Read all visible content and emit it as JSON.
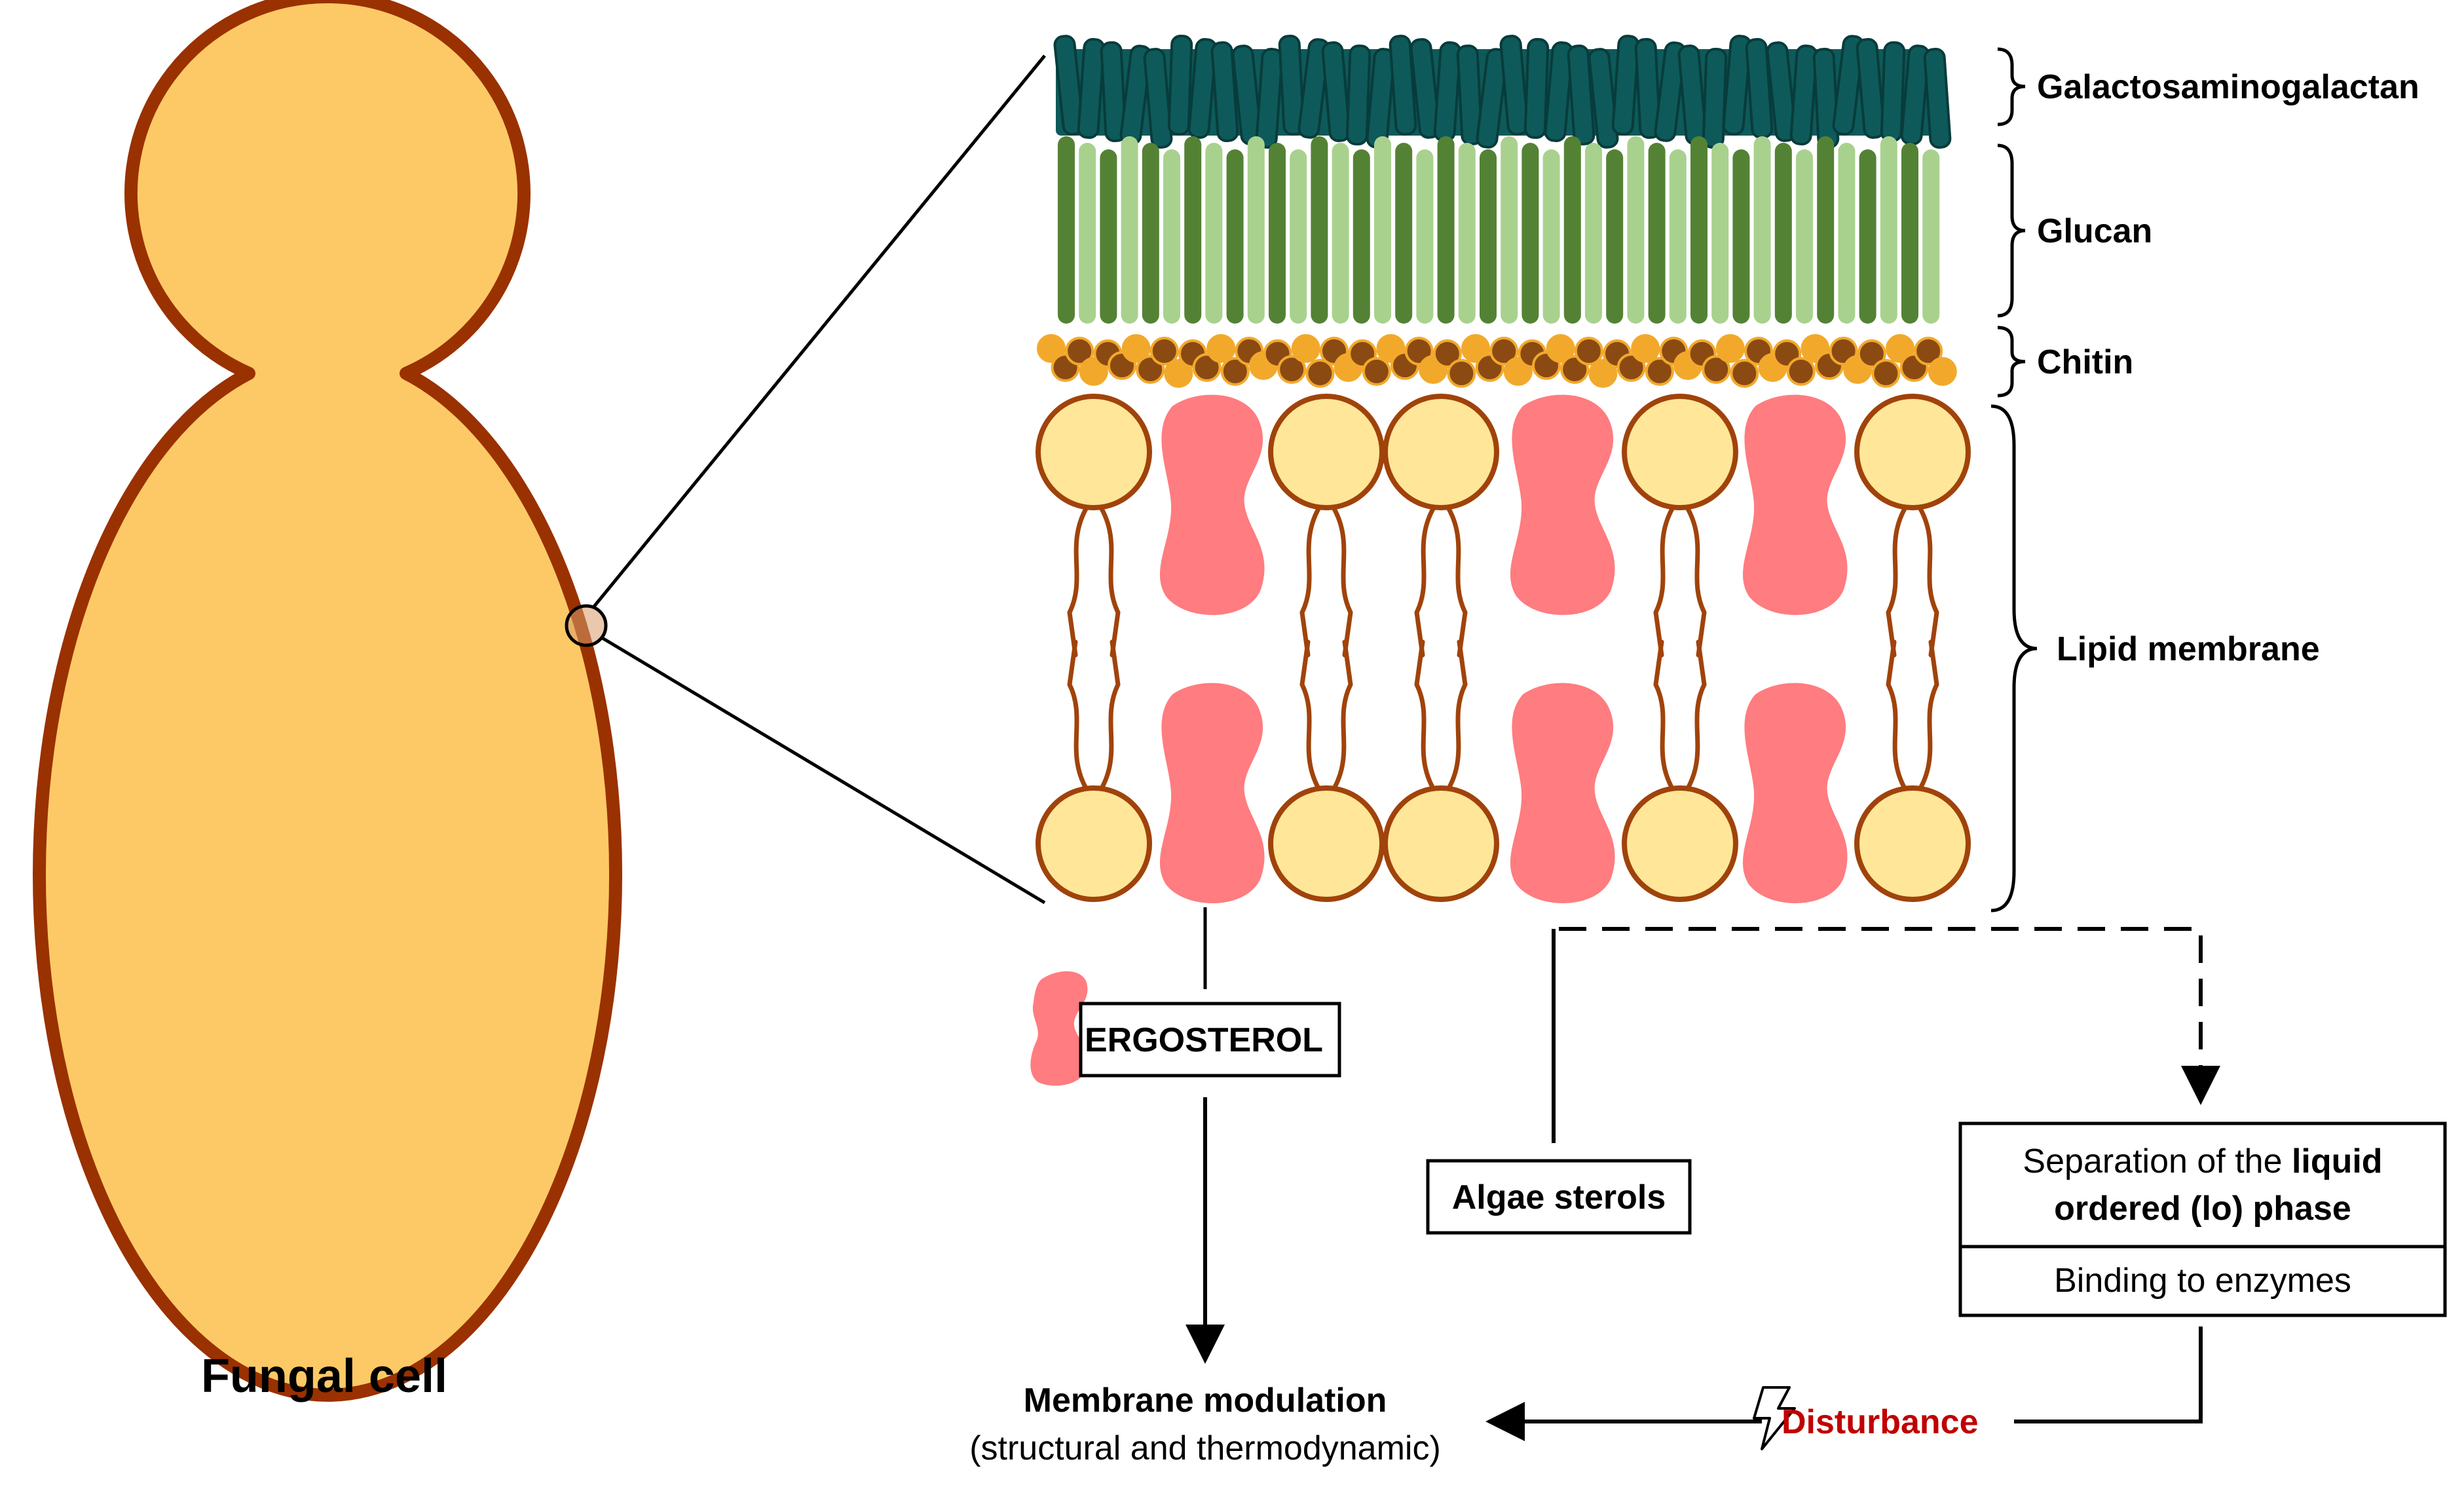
{
  "cell": {
    "label": "Fungal cell"
  },
  "wall_layers": {
    "gag": "Galactosaminogalactan",
    "glucan": "Glucan",
    "chitin": "Chitin",
    "membrane": "Lipid membrane"
  },
  "boxes": {
    "ergosterol": "ERGOSTEROL",
    "algae_sterols": "Algae sterols",
    "separation_prefix": "Separation of the ",
    "separation_bold_1": "liquid",
    "separation_bold_2": "ordered (lo) phase",
    "binding": "Binding to enzymes"
  },
  "outcome": {
    "membrane_modulation": "Membrane modulation",
    "modulation_detail": "(structural and thermodynamic)",
    "disturbance": "Disturbance"
  },
  "colors": {
    "cell_fill": "#FDC966",
    "cell_stroke": "#9A3100",
    "gag": "#0E5A5A",
    "glucan_dark": "#548235",
    "glucan_light": "#A9D18E",
    "chitin_dark": "#8B4A12",
    "chitin_light": "#F2A92B",
    "head": "#FFE699",
    "tail": "#A0430B",
    "ergosterol": "#FF7C80",
    "disturbance": "#C00000"
  }
}
